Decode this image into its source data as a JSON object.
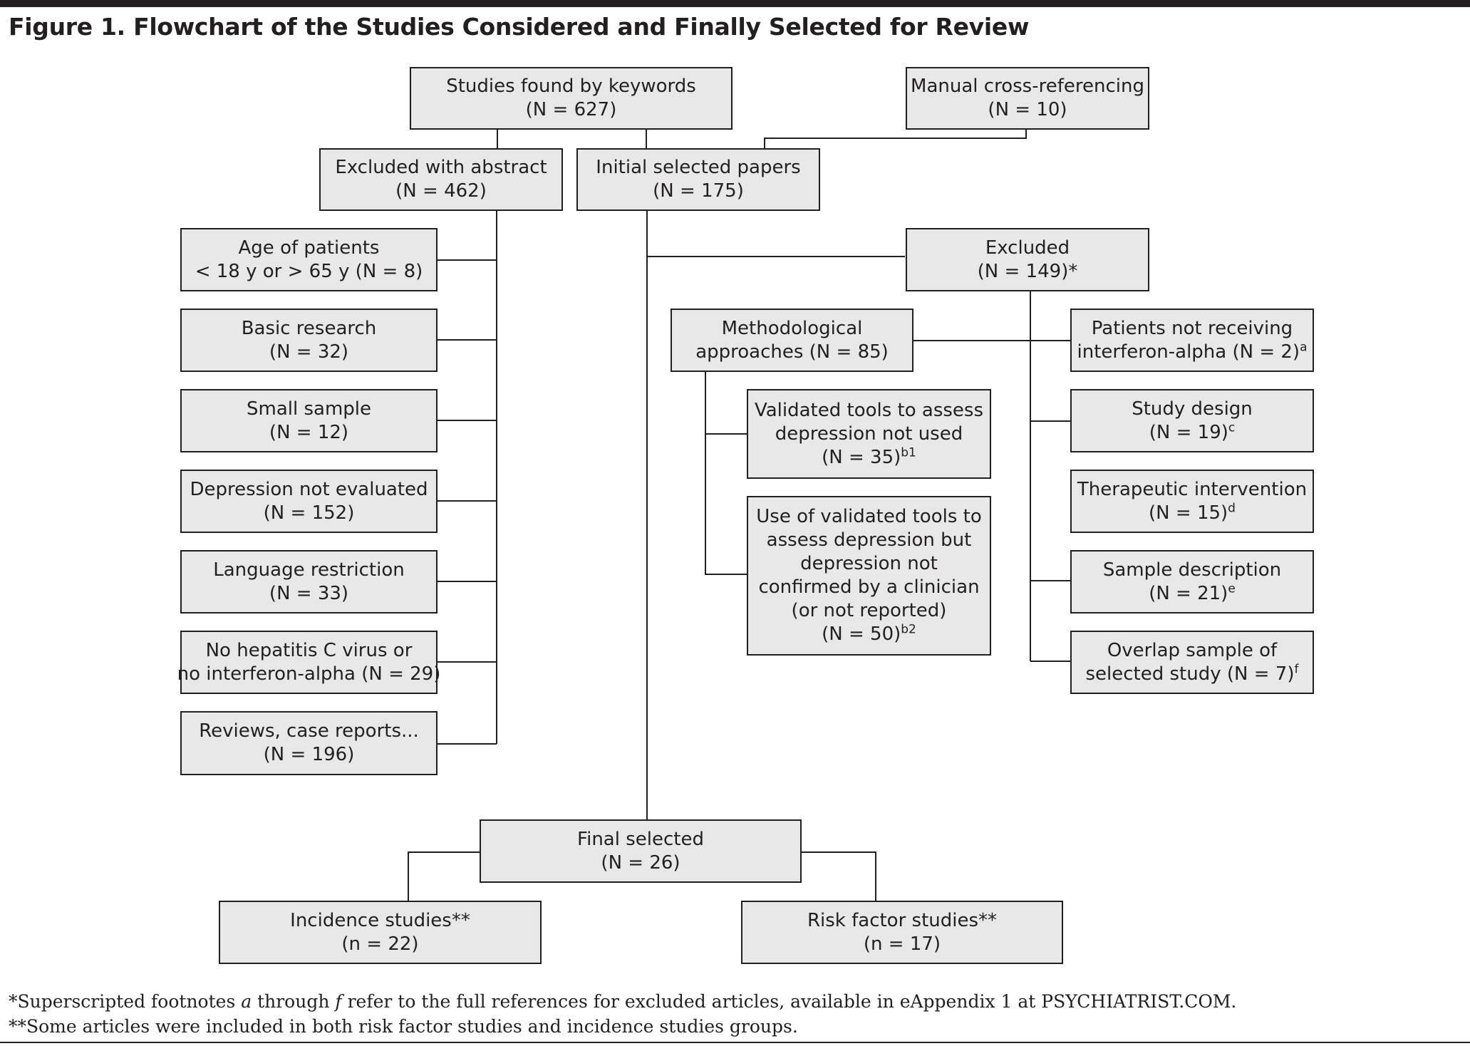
{
  "figure": {
    "title": "Figure 1. Flowchart of the Studies Considered and Finally Selected for Review"
  },
  "boxes": {
    "keywords": {
      "line1": "Studies found by keywords",
      "line2": "(N = 627)"
    },
    "manual": {
      "line1": "Manual cross-referencing",
      "line2": "(N = 10)"
    },
    "excluded_abstract": {
      "line1": "Excluded with abstract",
      "line2": "(N = 462)"
    },
    "initial": {
      "line1": "Initial selected papers",
      "line2": "(N = 175)"
    },
    "age": {
      "line1": "Age of patients",
      "line2": "< 18 y or > 65 y (N = 8)"
    },
    "basic": {
      "line1": "Basic research",
      "line2": "(N = 32)"
    },
    "small": {
      "line1": "Small sample",
      "line2": "(N = 12)"
    },
    "depression": {
      "line1": "Depression not evaluated",
      "line2": "(N = 152)"
    },
    "language": {
      "line1": "Language restriction",
      "line2": "(N = 33)"
    },
    "nohcv": {
      "line1": "No hepatitis C virus or",
      "line2": "no interferon-alpha (N = 29)"
    },
    "reviews": {
      "line1": "Reviews, case reports...",
      "line2": "(N = 196)"
    },
    "excluded": {
      "line1": "Excluded",
      "line2": "(N = 149)*"
    },
    "methodological": {
      "line1": "Methodological",
      "line2": "approaches (N = 85)"
    },
    "validated": {
      "line1": "Validated tools to assess",
      "line2": "depression not used",
      "line3": "(N = 35)",
      "sup": "b1"
    },
    "use_validated": {
      "line1": "Use of validated tools to",
      "line2": "assess depression but",
      "line3": "depression not",
      "line4": "confirmed by a clinician",
      "line5": "(or not reported)",
      "line6": "(N = 50)",
      "sup": "b2"
    },
    "patients": {
      "line1": "Patients not receiving",
      "line2": "interferon-alpha (N = 2)",
      "sup": "a"
    },
    "study_design": {
      "line1": "Study design",
      "line2": "(N = 19)",
      "sup": "c"
    },
    "therapeutic": {
      "line1": "Therapeutic intervention",
      "line2": "(N = 15)",
      "sup": "d"
    },
    "sample": {
      "line1": "Sample description",
      "line2": "(N = 21)",
      "sup": "e"
    },
    "overlap": {
      "line1": "Overlap sample of",
      "line2": "selected study (N = 7)",
      "sup": "f"
    },
    "final": {
      "line1": "Final selected",
      "line2": "(N = 26)"
    },
    "incidence": {
      "line1": "Incidence studies**",
      "line2": "(n = 22)"
    },
    "risk": {
      "line1": "Risk factor studies**",
      "line2": "(n = 17)"
    }
  },
  "footnotes": {
    "f1_a": "*Superscripted footnotes ",
    "f1_b": "a",
    "f1_c": " through ",
    "f1_d": "f",
    "f1_e": " refer to the full references for excluded articles, available in eAppendix 1 at PSYCHIATRIST.COM.",
    "f2": "**Some articles were included in both risk factor studies and incidence studies groups."
  }
}
